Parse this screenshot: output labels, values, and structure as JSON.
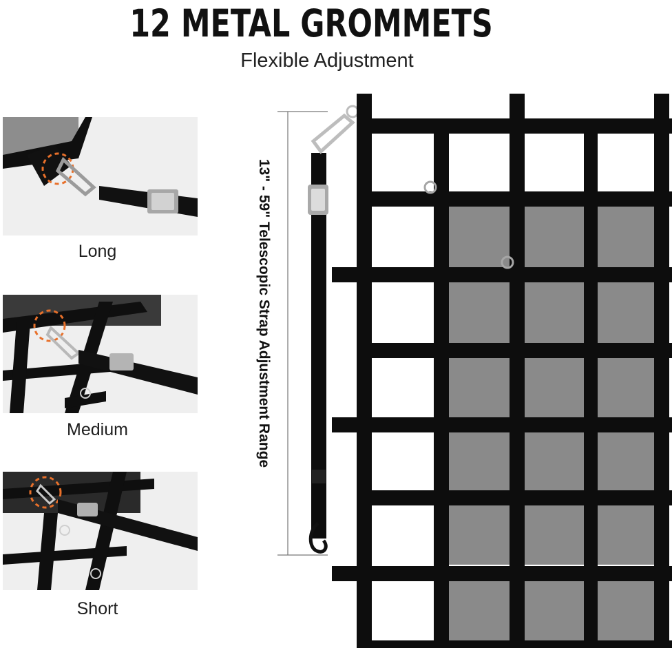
{
  "header": {
    "title": "12 METAL GROMMETS",
    "subtitle": "Flexible Adjustment"
  },
  "options": [
    {
      "label": "Long"
    },
    {
      "label": "Medium"
    },
    {
      "label": "Short"
    }
  ],
  "range_label": "13\" - 59\" Telescopic Strap Adjustment Range",
  "colors": {
    "strap": "#0d0d0d",
    "mesh": "#8a8a8a",
    "highlight": "#e8702a",
    "thumb_bg": "#efefef"
  }
}
